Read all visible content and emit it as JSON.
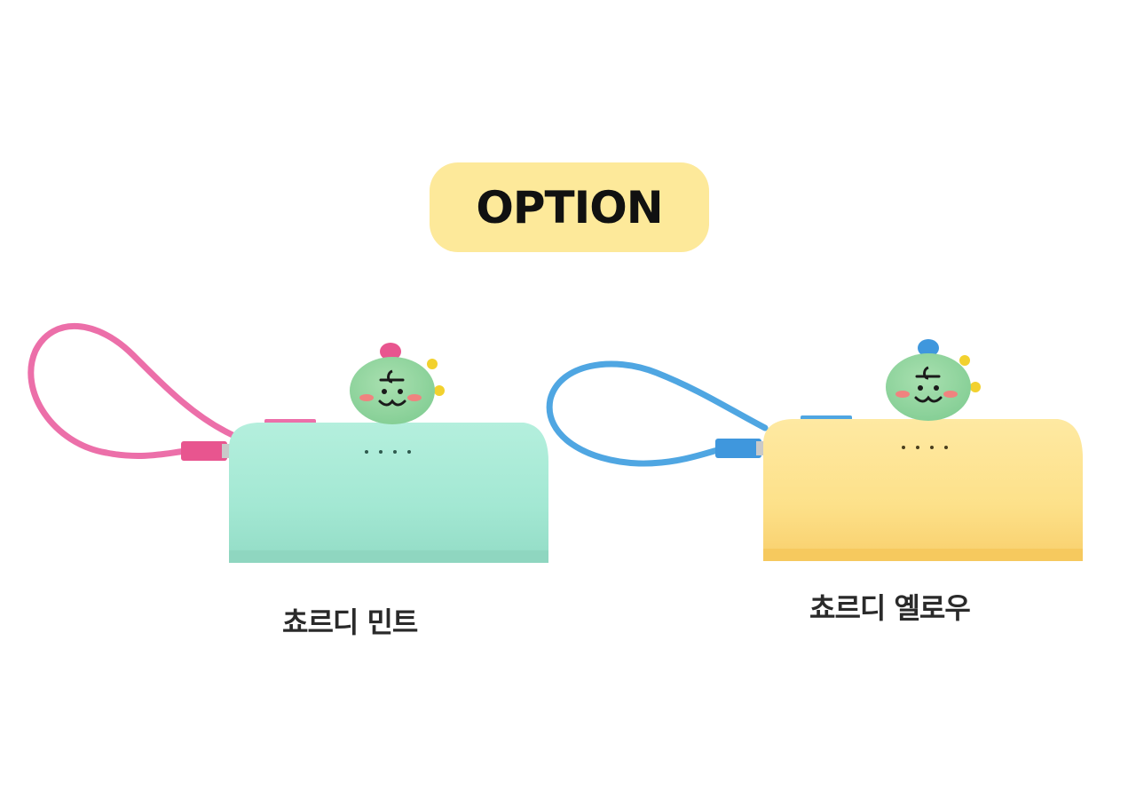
{
  "header": {
    "badge_text": "OPTION",
    "badge_color": "#fde99a"
  },
  "options": [
    {
      "label": "쵸르디 민트",
      "body_color": "#a8ead6",
      "cable_color": "#ec6fa9",
      "cap_color": "#e8558f"
    },
    {
      "label": "쵸르디 옐로우",
      "body_color": "#fde48e",
      "cable_color": "#4fa6e2",
      "cap_color": "#3f97dd"
    }
  ]
}
